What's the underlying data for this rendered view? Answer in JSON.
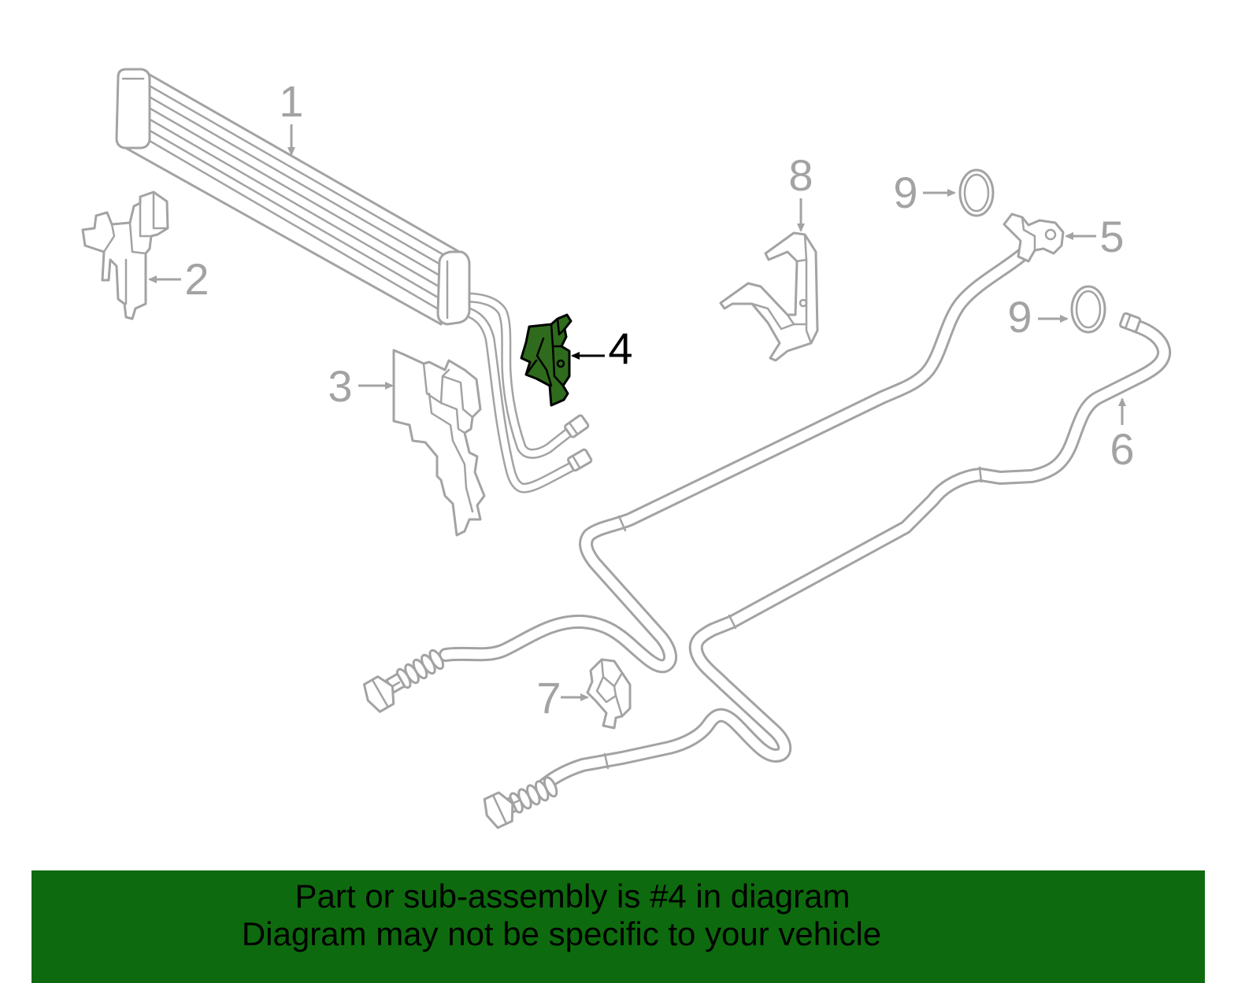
{
  "diagram": {
    "callouts": [
      "1",
      "2",
      "3",
      "4",
      "5",
      "6",
      "7",
      "8",
      "9",
      "9"
    ]
  },
  "banner": {
    "line1": "Part or sub-assembly is #4 in diagram",
    "line2": "Diagram may not be specific to your vehicle"
  },
  "colors": {
    "line": "#a3a3a3",
    "highlight": "#2f6b1d",
    "banner": "#0e6a0e",
    "ink": "#000000"
  }
}
